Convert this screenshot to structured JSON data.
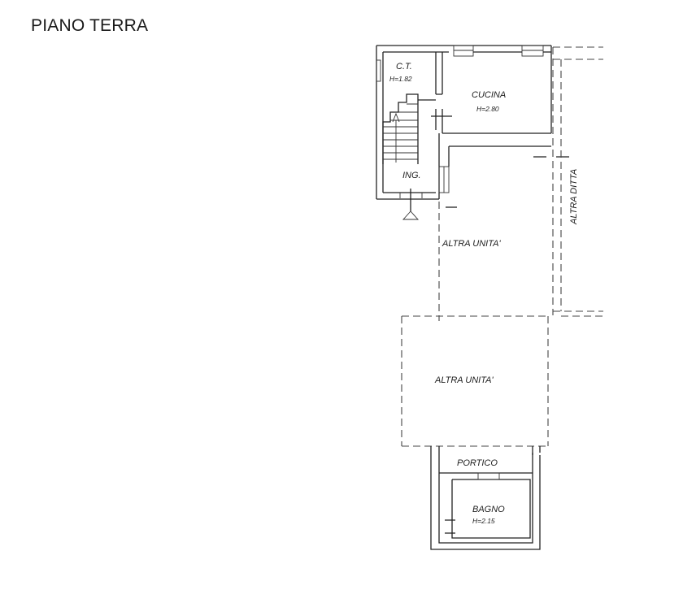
{
  "title": "PIANO TERRA",
  "rooms": {
    "ct": {
      "name": "C.T.",
      "height": "H=1.82"
    },
    "cucina": {
      "name": "CUCINA",
      "height": "H=2.80"
    },
    "ingresso": {
      "name": "ING."
    },
    "altra_ditta": {
      "name": "ALTRA DITTA"
    },
    "altra_unita_1": {
      "name": "ALTRA UNITA'"
    },
    "altra_unita_2": {
      "name": "ALTRA UNITA'"
    },
    "portico": {
      "name": "PORTICO"
    },
    "bagno": {
      "name": "BAGNO",
      "height": "H=2.15"
    }
  }
}
